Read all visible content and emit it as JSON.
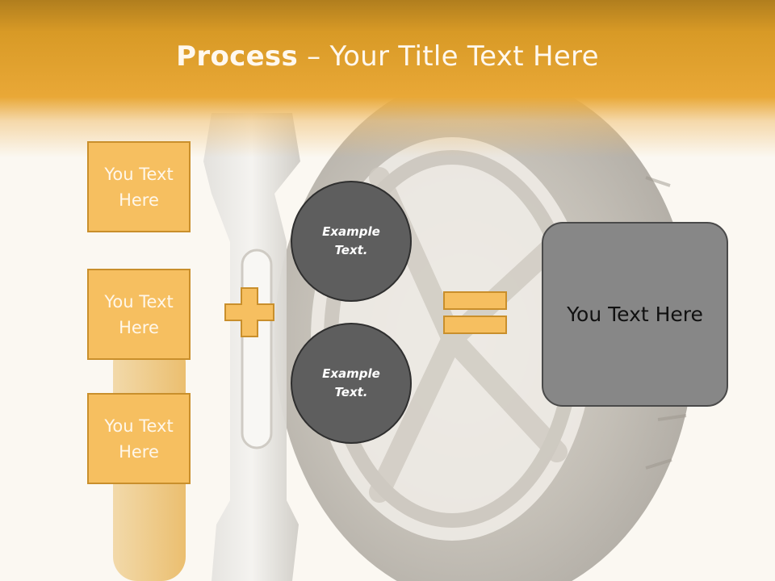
{
  "title": {
    "bold": "Process",
    "rest": " – Your Title Text Here"
  },
  "left_boxes": [
    {
      "label": "You Text Here"
    },
    {
      "label": "You Text Here"
    },
    {
      "label": "You Text Here"
    }
  ],
  "circles": [
    {
      "label": "Example Text."
    },
    {
      "label": "Example Text."
    }
  ],
  "result": {
    "label": "You Text Here"
  },
  "colors": {
    "header": "#e9a837",
    "box_fill": "#f6bf60",
    "box_border": "#c98f2c",
    "circle_fill": "#5e5e5e",
    "result_fill": "#878787"
  },
  "icons": [
    "plus-icon",
    "equals-icon"
  ]
}
